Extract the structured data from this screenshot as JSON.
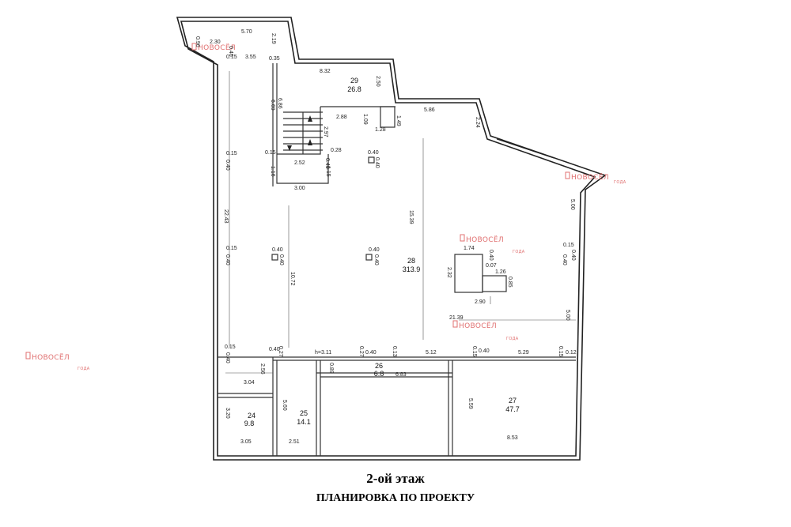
{
  "caption": {
    "floor": "2-ой этаж",
    "subtitle": "ПЛАНИРОВКА ПО ПРОЕКТУ"
  },
  "watermark": {
    "brand": "НОВОСЁЛ",
    "badge": "ГОДА",
    "color": "#e07070"
  },
  "rooms": [
    {
      "id": "29",
      "area": "26.8"
    },
    {
      "id": "28",
      "area": "313.9"
    },
    {
      "id": "26",
      "area": "6.8"
    },
    {
      "id": "27",
      "area": "47.7"
    },
    {
      "id": "25",
      "area": "14.1"
    },
    {
      "id": "24",
      "area": "9.8"
    }
  ],
  "dimensions": [
    "0.96",
    "2.30",
    "5.70",
    "0.40",
    "2.19",
    "0.15",
    "3.55",
    "0.35",
    "8.32",
    "2.50",
    "6.69",
    "6.86",
    "2.88",
    "1.09",
    "1.28",
    "1.49",
    "5.86",
    "2.24",
    "2.97",
    "0.28",
    "0.40",
    "0.40",
    "0.40",
    "1.16",
    "1.15",
    "2.52",
    "0.15",
    "3.00",
    "0.15",
    "0.40",
    "22.43",
    "15.39",
    "5.00",
    "0.15",
    "0.40",
    "0.40",
    "0.40",
    "0.40",
    "0.40",
    "0.40",
    "10.72",
    "1.74",
    "0.40",
    "0.07",
    "2.32",
    "1.26",
    "0.85",
    "2.90",
    "0.15",
    "0.40",
    "21.39",
    "5.00",
    "0.15",
    "0.40",
    "0.40",
    "0.27",
    "h=3.11",
    "0.27",
    "0.40",
    "0.13",
    "5.12",
    "0.15",
    "0.40",
    "5.29",
    "0.15",
    "0.12",
    "2.56",
    "0.89",
    "6.83",
    "3.04",
    "5.60",
    "5.59",
    "3.20",
    "3.05",
    "2.51",
    "8.53"
  ]
}
